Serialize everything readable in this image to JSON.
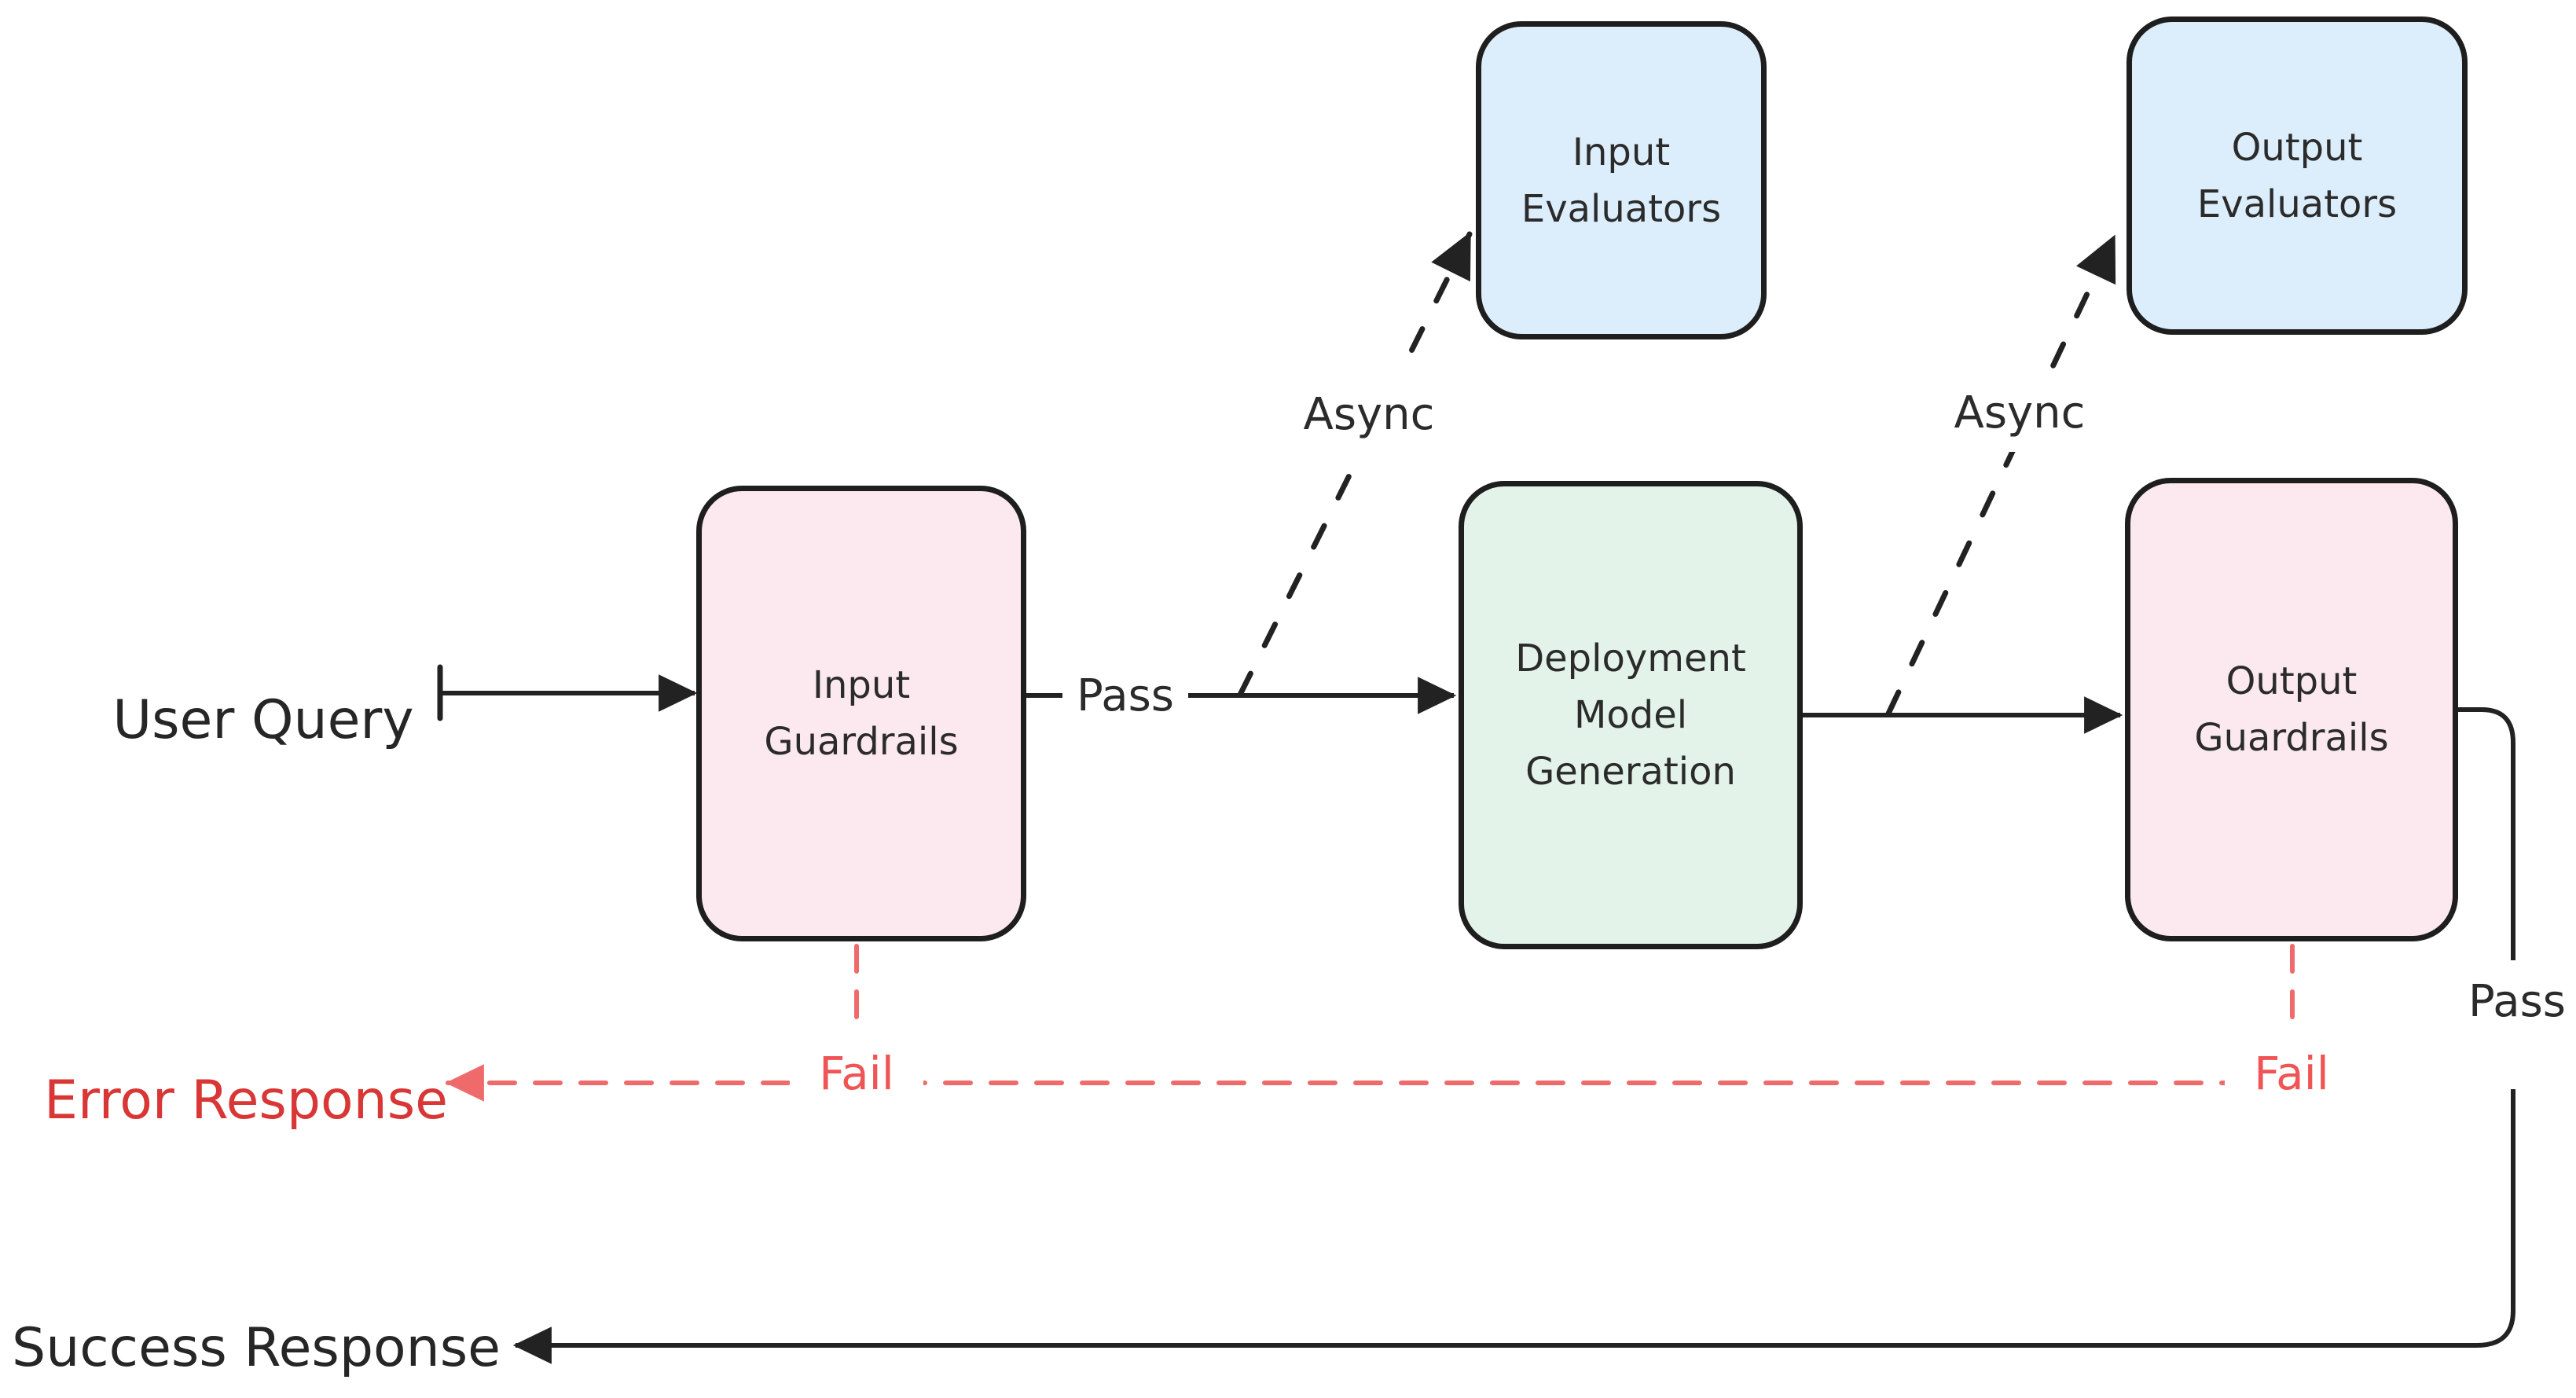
{
  "colors": {
    "ink": "#222222",
    "node_border": "#1e1e1e",
    "error_text": "#d93636",
    "fail_text": "#ef5555",
    "fail_line": "#ef6b6b",
    "pink": "#fce9f0",
    "blue": "#dceefb",
    "green": "#e3f3e9"
  },
  "terminals": {
    "user_query": "User Query",
    "error_response": "Error Response",
    "success_response": "Success Response"
  },
  "nodes": [
    {
      "id": "input-evaluators",
      "label": "Input Evaluators",
      "fill": "blue"
    },
    {
      "id": "output-evaluators",
      "label": "Output Evaluators",
      "fill": "blue"
    },
    {
      "id": "input-guardrails",
      "label": "Input Guardrails",
      "fill": "pink"
    },
    {
      "id": "deployment-model-generation",
      "label": "Deployment Model Generation",
      "fill": "green"
    },
    {
      "id": "output-guardrails",
      "label": "Output Guardrails",
      "fill": "pink"
    }
  ],
  "edges": [
    {
      "id": "user-query-to-input-guardrails",
      "from": "user_query",
      "to": "input-guardrails",
      "style": "solid",
      "label": ""
    },
    {
      "id": "input-guardrails-to-deployment",
      "from": "input-guardrails",
      "to": "deployment-model-generation",
      "style": "solid",
      "label": "Pass"
    },
    {
      "id": "input-async-to-input-evaluators",
      "from": "input-guardrails-pass-line",
      "to": "input-evaluators",
      "style": "dashed",
      "label": "Async"
    },
    {
      "id": "deployment-to-output-guardrails",
      "from": "deployment-model-generation",
      "to": "output-guardrails",
      "style": "solid",
      "label": ""
    },
    {
      "id": "output-async-to-output-evaluators",
      "from": "deployment-output-line",
      "to": "output-evaluators",
      "style": "dashed",
      "label": "Async"
    },
    {
      "id": "output-guardrails-to-success",
      "from": "output-guardrails",
      "to": "success_response",
      "style": "solid",
      "label": "Pass"
    },
    {
      "id": "input-guardrails-fail",
      "from": "input-guardrails",
      "to": "error_response",
      "style": "dashed-red",
      "label": "Fail"
    },
    {
      "id": "output-guardrails-fail",
      "from": "output-guardrails",
      "to": "error_response",
      "style": "dashed-red",
      "label": "Fail"
    }
  ]
}
